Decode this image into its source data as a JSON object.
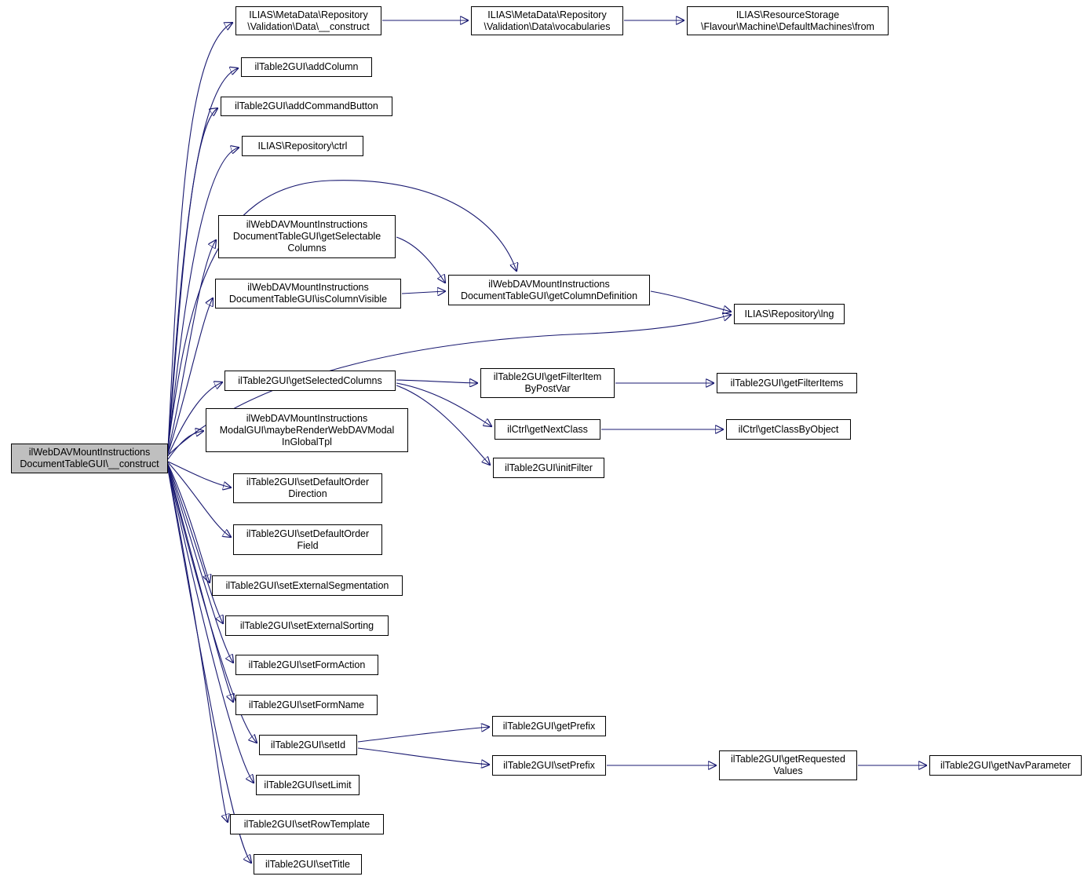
{
  "diagram": {
    "type": "call-graph",
    "tool_style": "doxygen",
    "root_id": "root"
  },
  "colors": {
    "edge": "#191970",
    "node_border": "#000000",
    "node_fill": "#ffffff",
    "root_fill": "#bfbfbf",
    "background": "#ffffff"
  },
  "nodes": {
    "root": {
      "lines": [
        "ilWebDAVMountInstructions",
        "DocumentTableGUI\\__construct"
      ]
    },
    "md_construct": {
      "lines": [
        "ILIAS\\MetaData\\Repository",
        "\\Validation\\Data\\__construct"
      ]
    },
    "add_column": {
      "lines": [
        "ilTable2GUI\\addColumn"
      ]
    },
    "add_command_button": {
      "lines": [
        "ilTable2GUI\\addCommandButton"
      ]
    },
    "ctrl": {
      "lines": [
        "ILIAS\\Repository\\ctrl"
      ]
    },
    "get_selectable_columns": {
      "lines": [
        "ilWebDAVMountInstructions",
        "DocumentTableGUI\\getSelectable",
        "Columns"
      ]
    },
    "is_column_visible": {
      "lines": [
        "ilWebDAVMountInstructions",
        "DocumentTableGUI\\isColumnVisible"
      ]
    },
    "get_selected_columns": {
      "lines": [
        "ilTable2GUI\\getSelectedColumns"
      ]
    },
    "maybe_render_modal": {
      "lines": [
        "ilWebDAVMountInstructions",
        "ModalGUI\\maybeRenderWebDAVModal",
        "InGlobalTpl"
      ]
    },
    "set_default_order_direction": {
      "lines": [
        "ilTable2GUI\\setDefaultOrder",
        "Direction"
      ]
    },
    "set_default_order_field": {
      "lines": [
        "ilTable2GUI\\setDefaultOrder",
        "Field"
      ]
    },
    "set_external_segmentation": {
      "lines": [
        "ilTable2GUI\\setExternalSegmentation"
      ]
    },
    "set_external_sorting": {
      "lines": [
        "ilTable2GUI\\setExternalSorting"
      ]
    },
    "set_form_action": {
      "lines": [
        "ilTable2GUI\\setFormAction"
      ]
    },
    "set_form_name": {
      "lines": [
        "ilTable2GUI\\setFormName"
      ]
    },
    "set_id": {
      "lines": [
        "ilTable2GUI\\setId"
      ]
    },
    "set_limit": {
      "lines": [
        "ilTable2GUI\\setLimit"
      ]
    },
    "set_row_template": {
      "lines": [
        "ilTable2GUI\\setRowTemplate"
      ]
    },
    "set_title": {
      "lines": [
        "ilTable2GUI\\setTitle"
      ]
    },
    "vocabularies": {
      "lines": [
        "ILIAS\\MetaData\\Repository",
        "\\Validation\\Data\\vocabularies"
      ]
    },
    "get_column_definition": {
      "lines": [
        "ilWebDAVMountInstructions",
        "DocumentTableGUI\\getColumnDefinition"
      ]
    },
    "get_filter_item_by_post_var": {
      "lines": [
        "ilTable2GUI\\getFilterItem",
        "ByPostVar"
      ]
    },
    "get_next_class": {
      "lines": [
        "ilCtrl\\getNextClass"
      ]
    },
    "init_filter": {
      "lines": [
        "ilTable2GUI\\initFilter"
      ]
    },
    "get_prefix": {
      "lines": [
        "ilTable2GUI\\getPrefix"
      ]
    },
    "set_prefix": {
      "lines": [
        "ilTable2GUI\\setPrefix"
      ]
    },
    "from_machine": {
      "lines": [
        "ILIAS\\ResourceStorage",
        "\\Flavour\\Machine\\DefaultMachines\\from"
      ]
    },
    "lng": {
      "lines": [
        "ILIAS\\Repository\\lng"
      ]
    },
    "get_filter_items": {
      "lines": [
        "ilTable2GUI\\getFilterItems"
      ]
    },
    "get_class_by_object": {
      "lines": [
        "ilCtrl\\getClassByObject"
      ]
    },
    "get_requested_values": {
      "lines": [
        "ilTable2GUI\\getRequested",
        "Values"
      ]
    },
    "get_nav_parameter": {
      "lines": [
        "ilTable2GUI\\getNavParameter"
      ]
    }
  },
  "edges": [
    {
      "from": "root",
      "to": "md_construct"
    },
    {
      "from": "root",
      "to": "add_column"
    },
    {
      "from": "root",
      "to": "add_command_button"
    },
    {
      "from": "root",
      "to": "ctrl"
    },
    {
      "from": "root",
      "to": "get_column_definition"
    },
    {
      "from": "root",
      "to": "get_selectable_columns"
    },
    {
      "from": "root",
      "to": "is_column_visible"
    },
    {
      "from": "root",
      "to": "lng"
    },
    {
      "from": "root",
      "to": "get_selected_columns"
    },
    {
      "from": "root",
      "to": "maybe_render_modal"
    },
    {
      "from": "root",
      "to": "set_default_order_direction"
    },
    {
      "from": "root",
      "to": "set_default_order_field"
    },
    {
      "from": "root",
      "to": "set_external_segmentation"
    },
    {
      "from": "root",
      "to": "set_external_sorting"
    },
    {
      "from": "root",
      "to": "set_form_action"
    },
    {
      "from": "root",
      "to": "set_form_name"
    },
    {
      "from": "root",
      "to": "set_id"
    },
    {
      "from": "root",
      "to": "set_limit"
    },
    {
      "from": "root",
      "to": "set_row_template"
    },
    {
      "from": "root",
      "to": "set_title"
    },
    {
      "from": "md_construct",
      "to": "vocabularies"
    },
    {
      "from": "vocabularies",
      "to": "from_machine"
    },
    {
      "from": "get_selectable_columns",
      "to": "get_column_definition"
    },
    {
      "from": "is_column_visible",
      "to": "get_column_definition"
    },
    {
      "from": "get_column_definition",
      "to": "lng"
    },
    {
      "from": "get_selected_columns",
      "to": "get_filter_item_by_post_var"
    },
    {
      "from": "get_selected_columns",
      "to": "get_next_class"
    },
    {
      "from": "get_selected_columns",
      "to": "init_filter"
    },
    {
      "from": "get_filter_item_by_post_var",
      "to": "get_filter_items"
    },
    {
      "from": "get_next_class",
      "to": "get_class_by_object"
    },
    {
      "from": "set_id",
      "to": "get_prefix"
    },
    {
      "from": "set_id",
      "to": "set_prefix"
    },
    {
      "from": "set_prefix",
      "to": "get_requested_values"
    },
    {
      "from": "get_requested_values",
      "to": "get_nav_parameter"
    }
  ]
}
